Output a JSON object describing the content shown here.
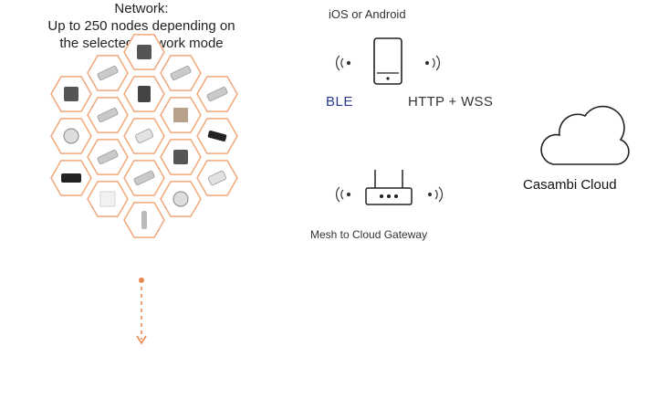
{
  "phone": {
    "title": "iOS or Android"
  },
  "links": {
    "ble": "BLE",
    "http": "HTTP + WSS"
  },
  "cloud": {
    "label": "Casambi Cloud"
  },
  "gateway": {
    "label": "Mesh to Cloud Gateway"
  },
  "network": {
    "line1": "Network:",
    "line2": "Up to 250 nodes depending on",
    "line3": "the selected network mode"
  },
  "colors": {
    "accent": "#f0a77a",
    "ble": "#2b3a8f",
    "arrow": "#e8884f"
  }
}
